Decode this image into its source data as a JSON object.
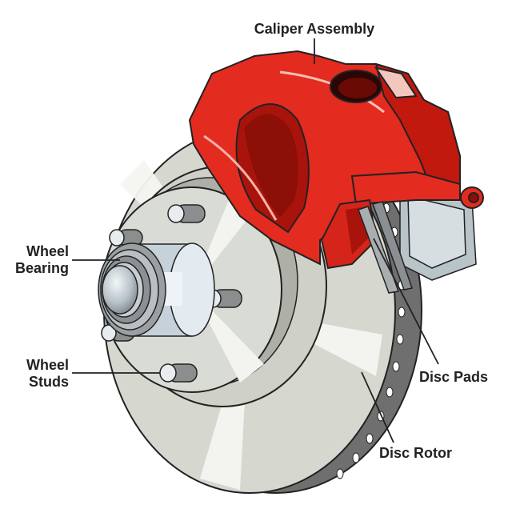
{
  "labels": {
    "caliper": "Caliper Assembly",
    "wheel_bearing_line1": "Wheel",
    "wheel_bearing_line2": "Bearing",
    "wheel_studs_line1": "Wheel",
    "wheel_studs_line2": "Studs",
    "disc_pads": "Disc Pads",
    "disc_rotor": "Disc Rotor"
  },
  "colors": {
    "caliper_red": "#e32b20",
    "caliper_dark": "#b3140d",
    "rotor_face": "#d6d8d0",
    "rotor_edge": "#6e6e6e",
    "hub_metal": "#c9d4dd",
    "outline": "#222222"
  },
  "icons": [
    "disc-rotor-illustration",
    "caliper-illustration",
    "wheel-bearing-illustration",
    "wheel-stud-illustration"
  ]
}
